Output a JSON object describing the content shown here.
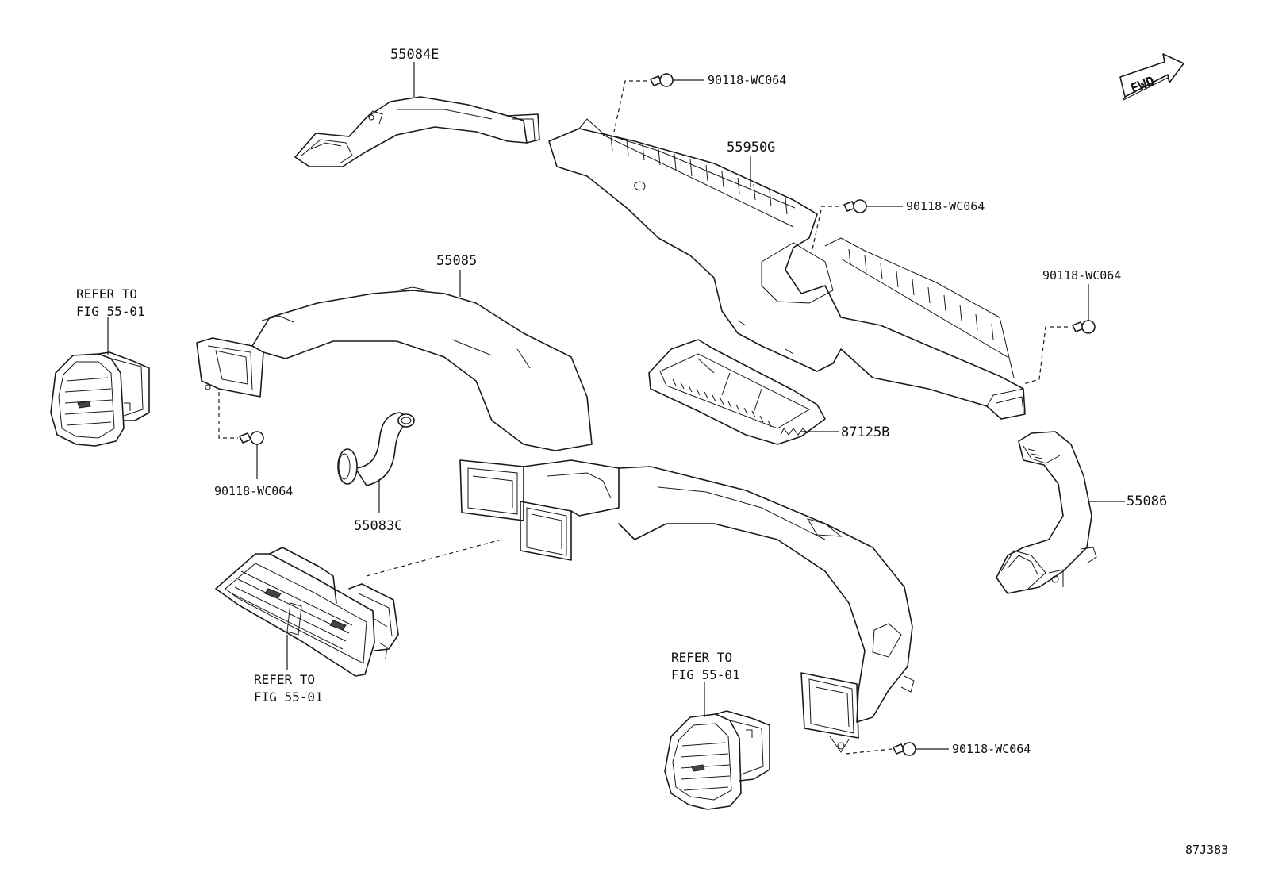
{
  "direction_badge": "FWD",
  "drawing_code": "87J383",
  "parts": {
    "p55084E": "55084E",
    "p55950G": "55950G",
    "p55085": "55085",
    "p55083C": "55083C",
    "p87125B": "87125B",
    "p55086": "55086"
  },
  "screws": {
    "s1": "90118-WC064",
    "s2": "90118-WC064",
    "s3": "90118-WC064",
    "s4": "90118-WC064",
    "s5": "90118-WC064"
  },
  "references": {
    "left": {
      "line1": "REFER TO",
      "line2": "FIG 55-01"
    },
    "center": {
      "line1": "REFER TO",
      "line2": "FIG 55-01"
    },
    "right": {
      "line1": "REFER TO",
      "line2": "FIG 55-01"
    }
  }
}
